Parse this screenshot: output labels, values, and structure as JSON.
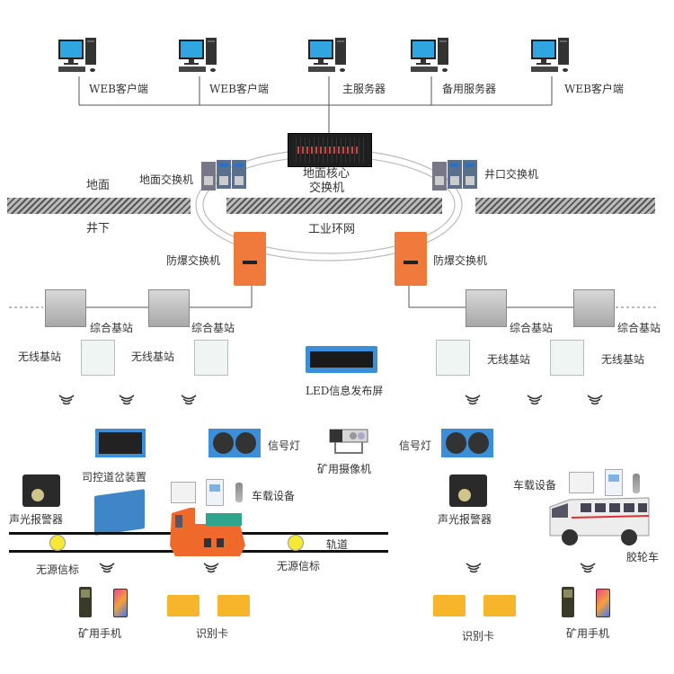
{
  "top": {
    "computers": [
      {
        "label": "WEB客户端",
        "icon": "desktop-computer-icon"
      },
      {
        "label": "WEB客户端",
        "icon": "desktop-computer-icon"
      },
      {
        "label": "主服务器",
        "icon": "desktop-computer-icon"
      },
      {
        "label": "备用服务器",
        "icon": "desktop-computer-icon"
      },
      {
        "label": "WEB客户端",
        "icon": "desktop-computer-icon"
      }
    ]
  },
  "core": {
    "core_switch": "地面核心\n交换机",
    "core_switch_line1": "地面核心",
    "core_switch_line2": "交换机",
    "ground_switch": "地面交换机",
    "shaft_switch": "井口交换机",
    "ring": "工业环网",
    "surface": "地面",
    "underground": "井下",
    "explosion_switch_left": "防爆交换机",
    "explosion_switch_right": "防爆交换机"
  },
  "stations": {
    "comprehensive": [
      "综合基站",
      "综合基站",
      "综合基站",
      "综合基站"
    ],
    "wireless": [
      "无线基站",
      "无线基站",
      "无线基站",
      "无线基站"
    ],
    "led": "LED信息发布屏"
  },
  "field": {
    "switch_control": "司控道岔装置",
    "signal_left": "信号灯",
    "signal_right": "信号灯",
    "camera": "矿用摄像机",
    "alarm_left": "声光报警器",
    "alarm_right": "声光报警器",
    "vehicle_equipment_left": "车载设备",
    "vehicle_equipment_right": "车载设备",
    "track": "轨道",
    "beacon_left": "无源信标",
    "beacon_right": "无源信标",
    "rubber_tire_vehicle": "胶轮车",
    "phone_left": "矿用手机",
    "phone_right": "矿用手机",
    "card_left": "识别卡",
    "card_right": "识别卡"
  },
  "colors": {
    "explosion_switch": "#f07a3c",
    "led_panel": "#3a8fd8",
    "beacon": "#f5e935",
    "card": "#f7b52c",
    "locomotive": "#ef6a2a",
    "battery": "#2fa58e"
  }
}
